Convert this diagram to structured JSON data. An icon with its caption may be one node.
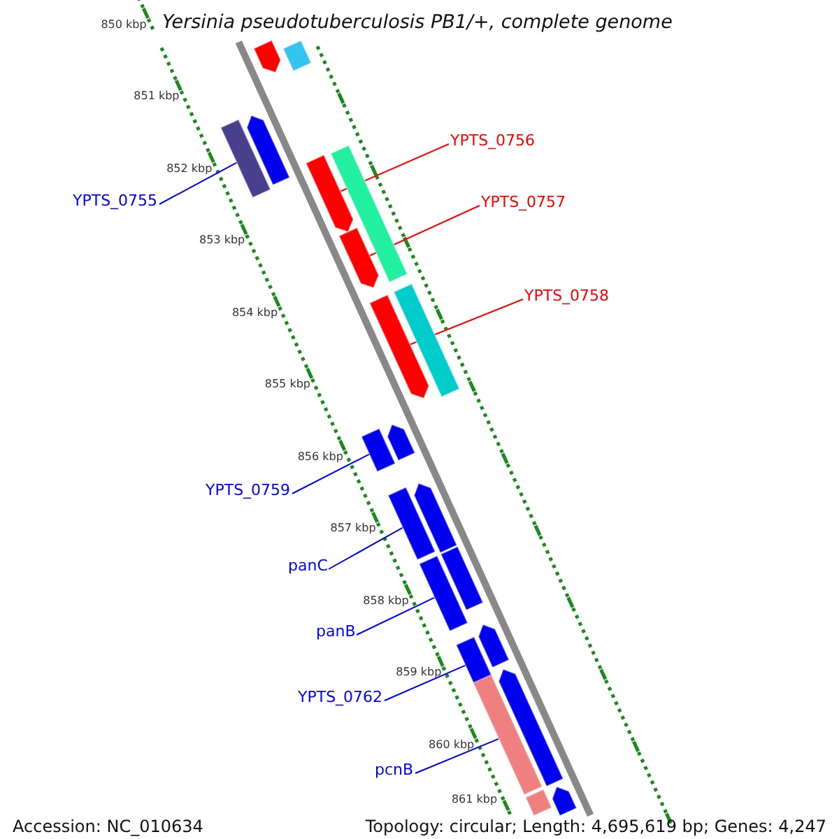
{
  "diagram": {
    "title": "Yersinia pseudotuberculosis PB1/+, complete genome",
    "nodes": [
      {
        "text": [
          "YPTS_0755"
        ]
      },
      {
        "text": [],
        "shape": "bar"
      },
      {
        "text": [
          "YPTS_0756"
        ]
      },
      {
        "text": [],
        "shape": "bar"
      },
      {
        "text": [
          "YPTS_0757"
        ]
      },
      {
        "text": [],
        "shape": "bar"
      },
      {
        "text": [
          "YPTS_0758"
        ]
      },
      {
        "text": [],
        "shape": "bar"
      },
      {
        "text": [
          "YPTS_0759"
        ]
      },
      {
        "text": [],
        "shape": "bar"
      },
      {
        "text": [
          "panC"
        ]
      },
      {
        "text": [],
        "shape": "bar"
      },
      {
        "text": [
          "panB"
        ]
      },
      {
        "text": [],
        "shape": "bar"
      },
      {
        "text": [
          "YPTS_0762"
        ]
      },
      {
        "text": [],
        "shape": "bar"
      },
      {
        "text": [
          "pcnB"
        ]
      },
      {
        "text": [],
        "shape": "bar"
      },
      {
        "text": [],
        "shape": "bar"
      },
      {
        "text": [],
        "shape": "bar"
      },
      {
        "text": [],
        "shape": "bar"
      },
      {
        "text": [],
        "shape": "bar"
      },
      {
        "text": [],
        "shape": "bar"
      },
      {
        "text": [],
        "shape": "bar"
      },
      {
        "text": [],
        "shape": "bar"
      },
      {
        "text": [],
        "shape": "bar"
      },
      {
        "text": [],
        "shape": "bar"
      },
      {
        "text": [],
        "shape": "bar"
      },
      {
        "text": [],
        "shape": "bar"
      },
      {
        "text": [],
        "shape": "bar"
      }
    ],
    "edges": [
      {
        "from": 0,
        "to": 1,
        "arrow": "none"
      },
      {
        "from": 2,
        "to": 3,
        "arrow": "none",
        "color": "#ff0000"
      },
      {
        "from": 4,
        "to": 5,
        "arrow": "none",
        "color": "#ff0000"
      },
      {
        "from": 6,
        "to": 7,
        "arrow": "none",
        "color": "#ff0000"
      },
      {
        "from": 8,
        "to": 9,
        "arrow": "none"
      },
      {
        "from": 10,
        "to": 11,
        "arrow": "none"
      },
      {
        "from": 12,
        "to": 13,
        "arrow": "none"
      },
      {
        "from": 14,
        "to": 15,
        "arrow": "none"
      },
      {
        "from": 16,
        "to": 17,
        "arrow": "none"
      }
    ],
    "labels": [
      "850 kbp",
      "851 kbp",
      "852 kbp",
      "853 kbp",
      "854 kbp",
      "855 kbp",
      "856 kbp",
      "857 kbp",
      "858 kbp",
      "859 kbp",
      "860 kbp",
      "861 kbp",
      "Accession: NC_010634",
      "Topology: circular; Length: 4,695,619 bp; Genes: 4,247"
    ]
  }
}
